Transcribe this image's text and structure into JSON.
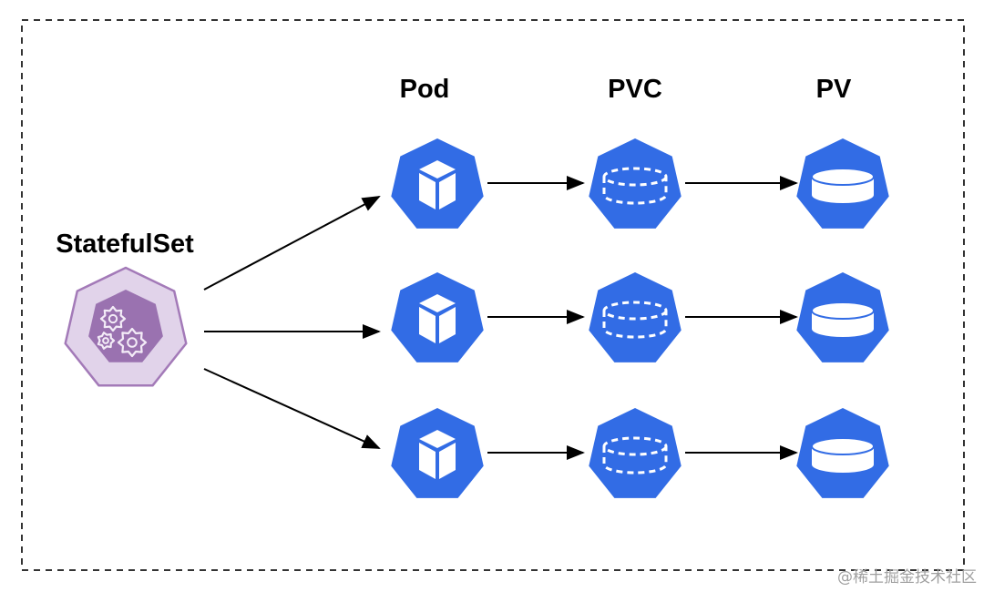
{
  "labels": {
    "statefulset": "StatefulSet",
    "pod": "Pod",
    "pvc": "PVC",
    "pv": "PV"
  },
  "rows": [
    {
      "pod": "pod",
      "pvc": "pvc",
      "pv": "pv"
    },
    {
      "pod": "pod",
      "pvc": "pvc",
      "pv": "pv"
    },
    {
      "pod": "pod",
      "pvc": "pvc",
      "pv": "pv"
    }
  ],
  "icons": {
    "statefulset": "gears-icon",
    "pod": "cube-icon",
    "pvc": "dashed-cylinder-icon",
    "pv": "cylinder-icon"
  },
  "colors": {
    "k8s_blue": "#326ce5",
    "statefulset_fill": "#e1d3ea",
    "statefulset_border": "#a37ab8",
    "statefulset_inner": "#9a72b0",
    "frame": "#333333"
  },
  "watermark": "@稀土掘金技术社区"
}
